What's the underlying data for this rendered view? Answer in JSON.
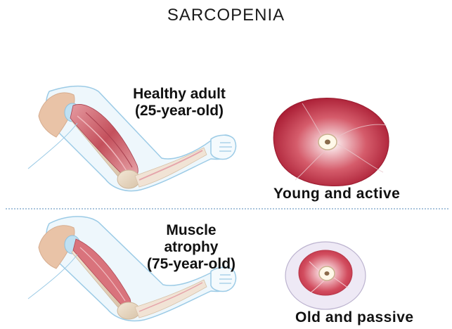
{
  "title": "SARCOPENIA",
  "top": {
    "label_line1": "Healthy adult",
    "label_line2": "(25-year-old)",
    "caption": "Young and active"
  },
  "bottom": {
    "label_line1": "Muscle",
    "label_line2": "atrophy",
    "label_line3": "(75-year-old)",
    "caption": "Old and passive"
  },
  "colors": {
    "muscle_healthy": "#c25560",
    "muscle_atrophy": "#d56a74",
    "skin_outline": "#9ccbe6",
    "skin_fill": "#eef7fc",
    "bone": "#e7d8c5",
    "cross_section_outer": "#b3283d",
    "cross_section_small_bg": "#eee9f5",
    "divider": "#a9c4dc"
  }
}
